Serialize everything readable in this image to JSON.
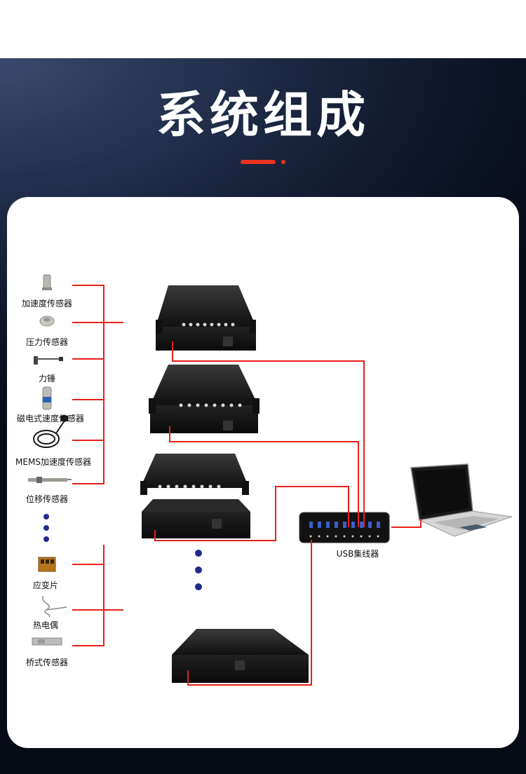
{
  "header": {
    "title": "系统组成"
  },
  "sensors": [
    {
      "label": "加速度传感器"
    },
    {
      "label": "压力传感器"
    },
    {
      "label": "力锤"
    },
    {
      "label": "磁电式速度传感器"
    },
    {
      "label": "MEMS加速度传感器"
    },
    {
      "label": "位移传感器"
    },
    {
      "label": "应变片"
    },
    {
      "label": "热电偶"
    },
    {
      "label": "桥式传感器"
    }
  ],
  "hub": {
    "label": "USB集线器"
  },
  "colors": {
    "accent": "#e8321e",
    "wire": "#e8201a",
    "ellipsis_dots": "#1f2a8a",
    "device_body": "#1a1a1a"
  },
  "icons": [
    "accelerometer-icon",
    "pressure-sensor-icon",
    "force-hammer-icon",
    "velocity-sensor-icon",
    "mems-sensor-icon",
    "displacement-sensor-icon",
    "strain-gauge-icon",
    "thermocouple-icon",
    "bridge-sensor-icon",
    "daq-chassis-icon",
    "usb-hub-icon",
    "laptop-icon"
  ]
}
